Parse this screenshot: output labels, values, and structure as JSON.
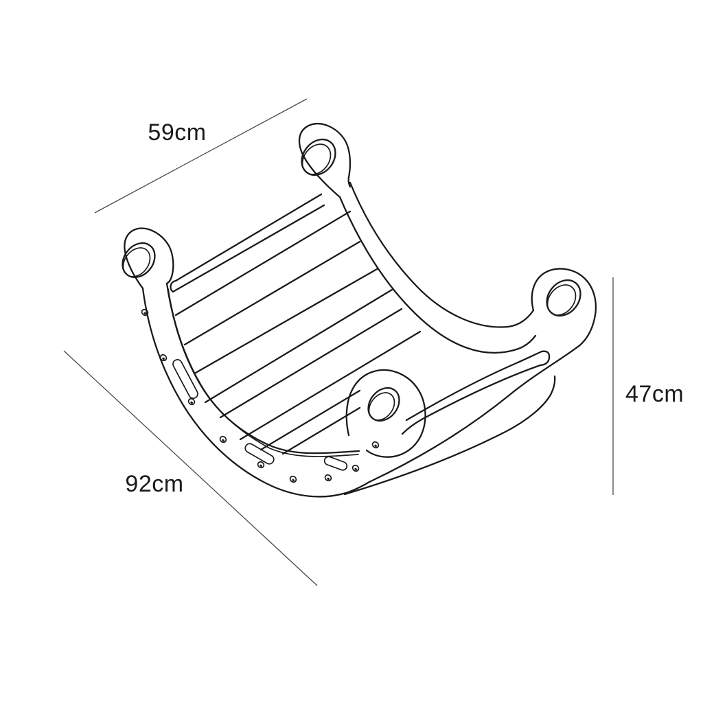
{
  "illustration": {
    "subject": "Wooden arch rocker (climbing rocker) — isometric technical line drawing",
    "ink_color": "#1a1a1a",
    "background": "#ffffff"
  },
  "dimensions": {
    "line_color": "#4a4a4a",
    "text_color": "#1a1a1e",
    "width": {
      "label": "59cm"
    },
    "length": {
      "label": "92cm"
    },
    "height": {
      "label": "47cm"
    }
  }
}
